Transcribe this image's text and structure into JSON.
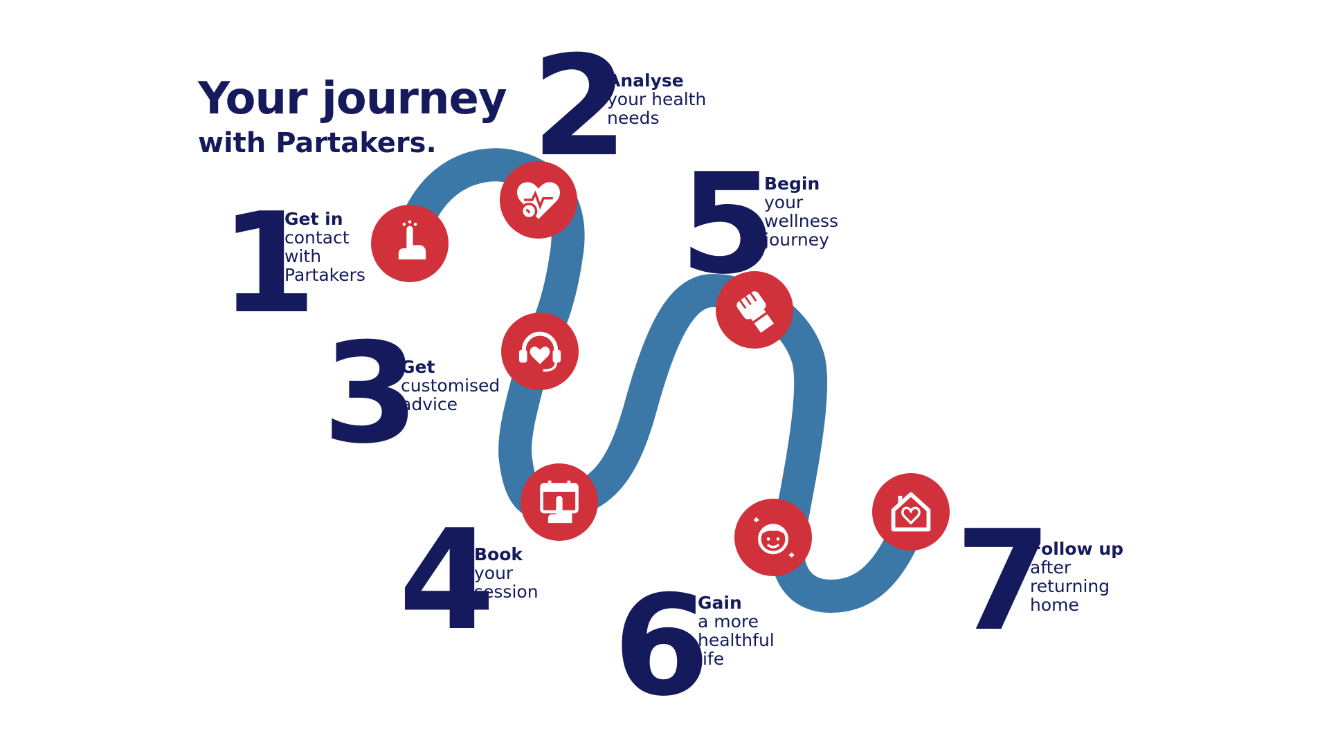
{
  "header": {
    "title": "Your journey",
    "subtitle": "with Partakers."
  },
  "colors": {
    "navy": "#141a5c",
    "red": "#d0313a",
    "path_blue": "#3b78a8",
    "white": "#ffffff"
  },
  "steps": [
    {
      "number": "1",
      "lead": "Get in",
      "rest": "contact\nwith\nPartakers",
      "icon": "hand-tap-icon"
    },
    {
      "number": "2",
      "lead": "Analyse",
      "rest": "your health\nneeds",
      "icon": "heart-pulse-icon"
    },
    {
      "number": "3",
      "lead": "Get",
      "rest": "customised\nadvice",
      "icon": "headset-heart-icon"
    },
    {
      "number": "4",
      "lead": "Book",
      "rest": "your\nsession",
      "icon": "calendar-tap-icon"
    },
    {
      "number": "5",
      "lead": "Begin",
      "rest": "your\nwellness\njourney",
      "icon": "fist-icon"
    },
    {
      "number": "6",
      "lead": "Gain",
      "rest": "a more\nhealthful\nlife",
      "icon": "happy-face-icon"
    },
    {
      "number": "7",
      "lead": "Follow up",
      "rest": "after\nreturning\nhome",
      "icon": "home-heart-icon"
    }
  ]
}
